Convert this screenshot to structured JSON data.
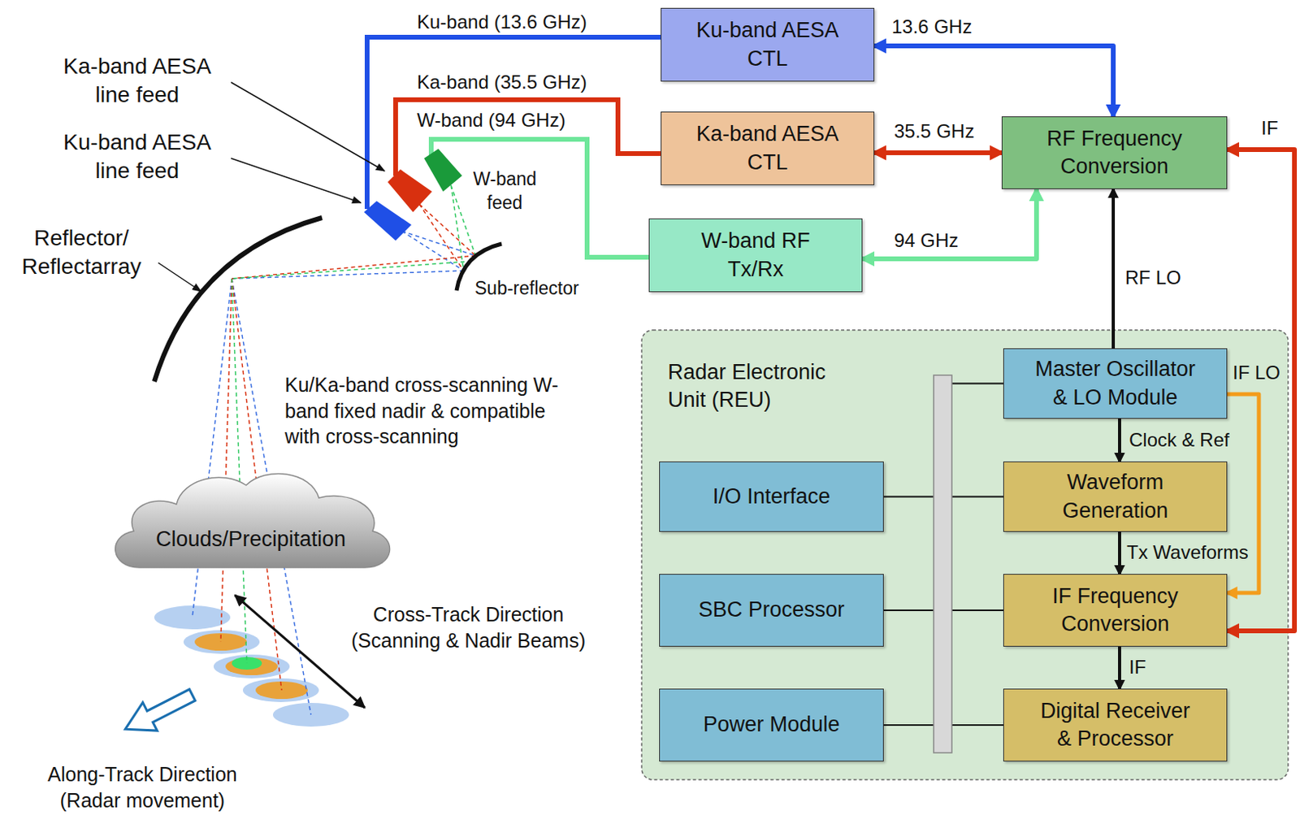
{
  "diagram": {
    "nodes": [
      {
        "text": [
          "Ku-band AESA CTL"
        ]
      },
      {
        "text": [
          "Ka-band AESA CTL"
        ]
      },
      {
        "text": [
          "RF Frequency Conversion"
        ]
      },
      {
        "text": [
          "W-band RF Tx/Rx"
        ]
      },
      {
        "text": [
          "Radar Electronic Unit (REU)"
        ]
      },
      {
        "text": [
          "Master Oscillator & LO Module"
        ],
        "in": 4
      },
      {
        "text": [
          "I/O Interface"
        ],
        "in": 4
      },
      {
        "text": [
          "Waveform Generation"
        ],
        "in": 4
      },
      {
        "text": [
          "SBC Processor"
        ],
        "in": 4
      },
      {
        "text": [
          "IF Frequency Conversion"
        ],
        "in": 4
      },
      {
        "text": [
          "Power Module"
        ],
        "in": 4
      },
      {
        "text": [
          "Digital Receiver & Processor"
        ],
        "in": 4
      },
      {
        "text": [
          "Clouds/Precipitation"
        ]
      }
    ],
    "edges": [
      {
        "from": 0,
        "to": 2,
        "arrow": "both",
        "label": "13.6 GHz"
      },
      {
        "from": 1,
        "to": 2,
        "arrow": "both",
        "label": "35.5 GHz"
      },
      {
        "from": 3,
        "to": 2,
        "arrow": "both",
        "label": "94 GHz"
      },
      {
        "from": 5,
        "to": 2,
        "arrow": "to",
        "label": "RF LO"
      },
      {
        "from": 5,
        "to": 7,
        "arrow": "to",
        "label": "Clock & Ref"
      },
      {
        "from": 7,
        "to": 9,
        "arrow": "to",
        "label": "Tx Waveforms"
      },
      {
        "from": 9,
        "to": 11,
        "arrow": "to",
        "label": "IF"
      },
      {
        "from": 5,
        "to": 9,
        "arrow": "to",
        "label": "IF LO"
      },
      {
        "from": 2,
        "to": 9,
        "arrow": "both",
        "label": "IF"
      }
    ],
    "labels": [
      "Ku-band (13.6 GHz)",
      "Ka-band (35.5 GHz)",
      "W-band (94 GHz)",
      "Ka-band AESA line feed",
      "Ku-band AESA line feed",
      "W-band feed",
      "Reflector/ Reflectarray",
      "Sub-reflector",
      "Ku/Ka-band cross-scanning W-band fixed nadir & compatible with cross-scanning",
      "Cross-Track Direction (Scanning & Nadir Beams)",
      "Along-Track Direction (Radar movement)"
    ]
  }
}
